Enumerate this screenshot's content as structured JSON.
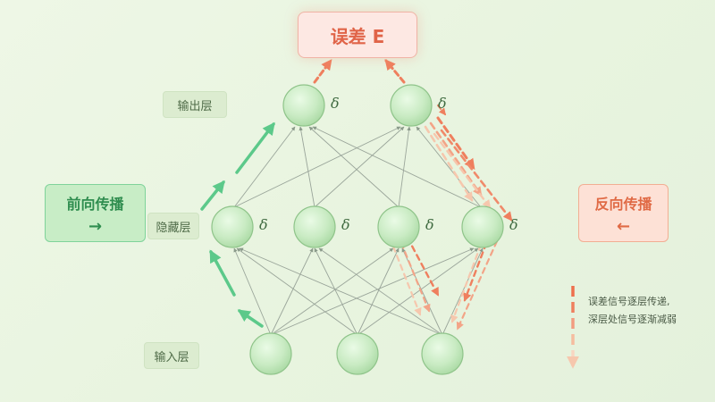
{
  "error_box": {
    "label": "误差 E"
  },
  "layers": {
    "output": "输出层",
    "hidden": "隐藏层",
    "input": "输入层"
  },
  "forward": {
    "label": "前向传播",
    "arrow": "→"
  },
  "backward": {
    "label": "反向传播",
    "arrow": "←"
  },
  "delta_symbol": "δ",
  "legend": {
    "line1": "误差信号逐层传递,",
    "line2": "深层处信号逐渐减弱"
  },
  "colors": {
    "node_fill": "#c6e8c0",
    "forward_green": "#5cc98a",
    "backward_orange": "#f08a6a"
  }
}
